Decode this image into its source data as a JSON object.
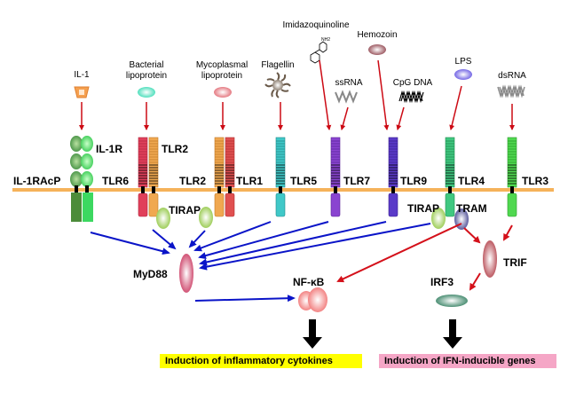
{
  "ligands": {
    "il1": "IL-1",
    "bacterial_lipoprotein": [
      "Bacterial",
      "lipoprotein"
    ],
    "mycoplasmal_lipoprotein": [
      "Mycoplasmal",
      "lipoprotein"
    ],
    "flagellin": "Flagellin",
    "imidazoquinoline": "Imidazoquinoline",
    "ssrna": "ssRNA",
    "hemozoin": "Hemozoin",
    "cpg_dna": "CpG DNA",
    "lps": "LPS",
    "dsrna": "dsRNA"
  },
  "receptors": {
    "il1racp": "IL-1RAcP",
    "il1r": "IL-1R",
    "tlr6": "TLR6",
    "tlr2a": "TLR2",
    "tlr2b": "TLR2",
    "tlr1": "TLR1",
    "tlr5": "TLR5",
    "tlr7": "TLR7",
    "tlr9": "TLR9",
    "tlr4": "TLR4",
    "tlr3": "TLR3"
  },
  "adaptors": {
    "tirap_left": "TIRAP",
    "tirap_right": "TIRAP",
    "tram": "TRAM",
    "myd88": "MyD88",
    "trif": "TRIF",
    "nfkb": "NF-κB",
    "irf3": "IRF3"
  },
  "outcomes": {
    "inflammatory": "Induction of inflammatory cytokines",
    "ifn": "Induction of IFN-inducible genes"
  },
  "colors": {
    "membrane": "#f5b25a",
    "myd88_arrow": "#0a14c8",
    "trif_arrow": "#d4101a",
    "ligand_arrow": "#cc0a14",
    "inflammatory_bg": "#ffff00",
    "ifn_bg": "#f5a6c6"
  }
}
